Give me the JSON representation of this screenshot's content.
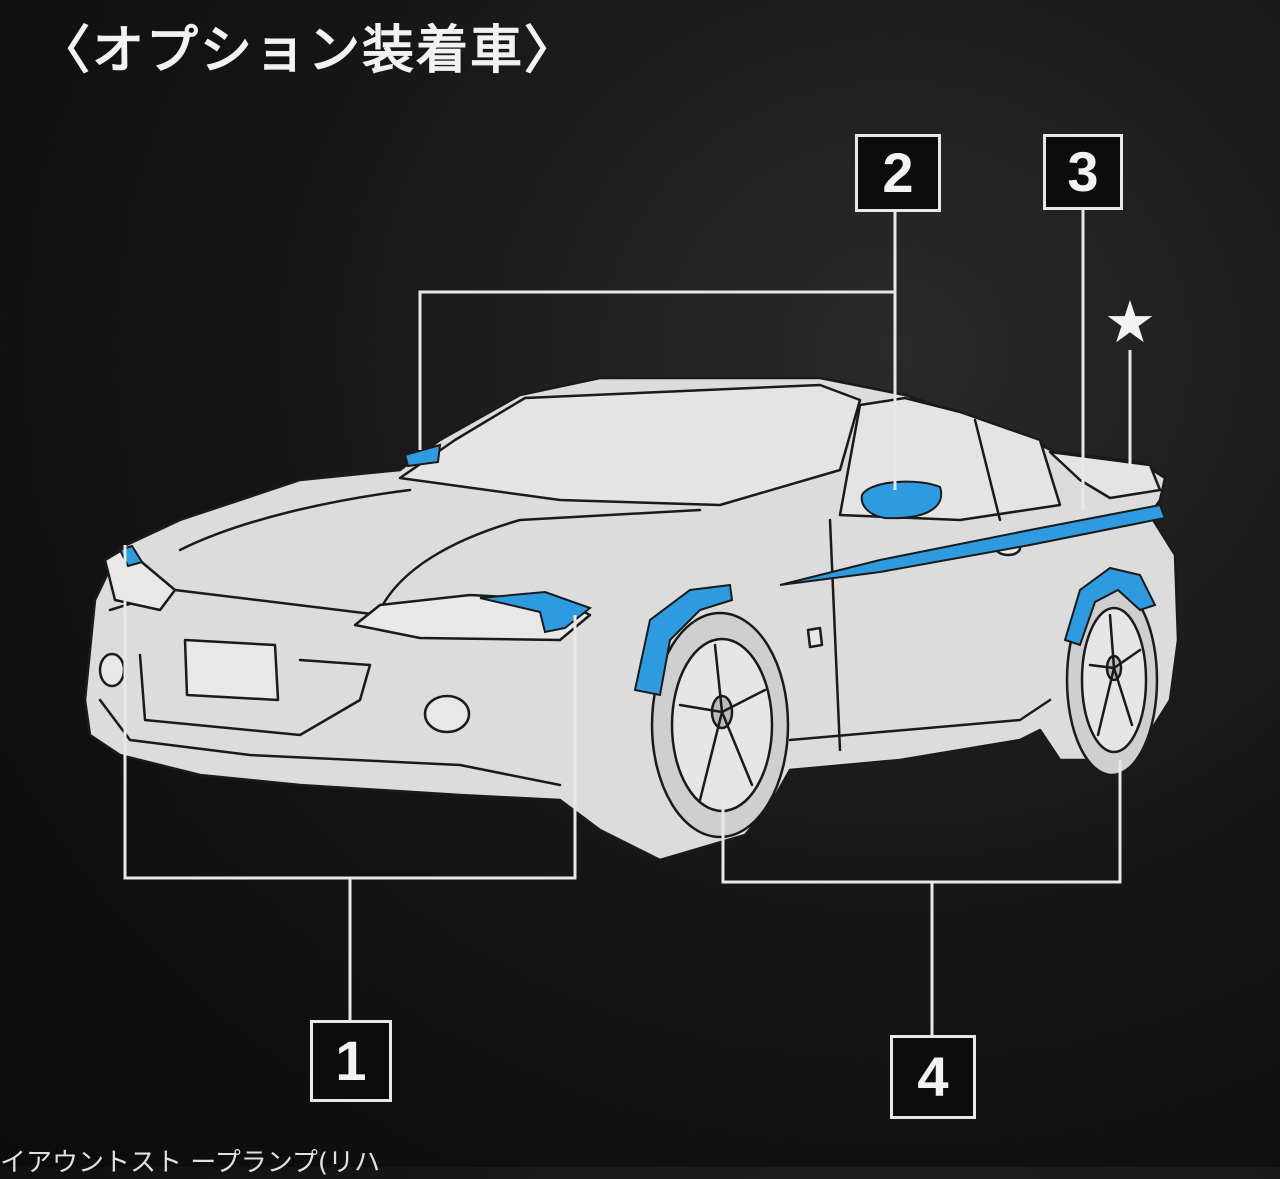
{
  "title": "〈オプション装着車〉",
  "callouts": [
    {
      "id": "1",
      "label": "1"
    },
    {
      "id": "2",
      "label": "2"
    },
    {
      "id": "3",
      "label": "3"
    },
    {
      "id": "4",
      "label": "4"
    }
  ],
  "star_marker": "★",
  "footer_text": "イアウントスト ープランプ(リハ",
  "colors": {
    "background": "#111111",
    "car_fill": "#dcdcdc",
    "car_outline": "#1a1a1a",
    "option_highlight": "#2e9be0",
    "leader_line": "#e8e8e8"
  }
}
